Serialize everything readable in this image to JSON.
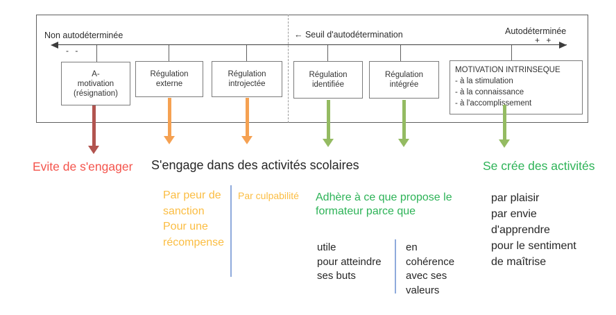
{
  "diagram": {
    "continuum": {
      "left_label": "Non autodéterminée",
      "left_sign": "- -",
      "threshold_label": "← Seuil d'autodétermination",
      "right_label": "Autodéterminée",
      "right_sign": "+ +"
    },
    "boxes": [
      {
        "lines": [
          "A-",
          "motivation",
          "(résignation)"
        ]
      },
      {
        "lines": [
          "Régulation",
          "externe"
        ]
      },
      {
        "lines": [
          "Régulation",
          "introjectée"
        ]
      },
      {
        "lines": [
          "Régulation",
          "identifiée"
        ]
      },
      {
        "lines": [
          "Régulation",
          "intégrée"
        ]
      },
      {
        "title": "MOTIVATION INTRINSEQUE",
        "items": [
          "- à la stimulation",
          "- à la connaissance",
          "- à l'accomplissement"
        ]
      }
    ]
  },
  "annotations": {
    "avoid": "Evite de s'engager",
    "engage": "S'engage dans des activités scolaires",
    "create": "Se crée des activités",
    "external_reasons": [
      "Par peur de",
      "sanction",
      "Pour une",
      "récompense"
    ],
    "introjected_reason": "Par culpabilité",
    "adhere": [
      "Adhère à ce que propose le",
      "formateur parce que"
    ],
    "identified_reasons": [
      "utile",
      "pour atteindre",
      "ses buts"
    ],
    "integrated_reasons": [
      "en",
      "cohérence",
      "avec ses",
      "valeurs"
    ],
    "intrinsic_reasons": [
      "par plaisir",
      "par envie",
      "d'apprendre",
      "pour le sentiment",
      "de maîtrise"
    ]
  },
  "colors": {
    "arrow_red": "#B2544F",
    "arrow_orange": "#F5A152",
    "arrow_green": "#94BB62",
    "text_red": "#F4544C",
    "text_yellow": "#FBBD42",
    "text_green": "#2DB357",
    "divider_blue": "#8FAADC",
    "box_border": "#7A7A7A"
  }
}
